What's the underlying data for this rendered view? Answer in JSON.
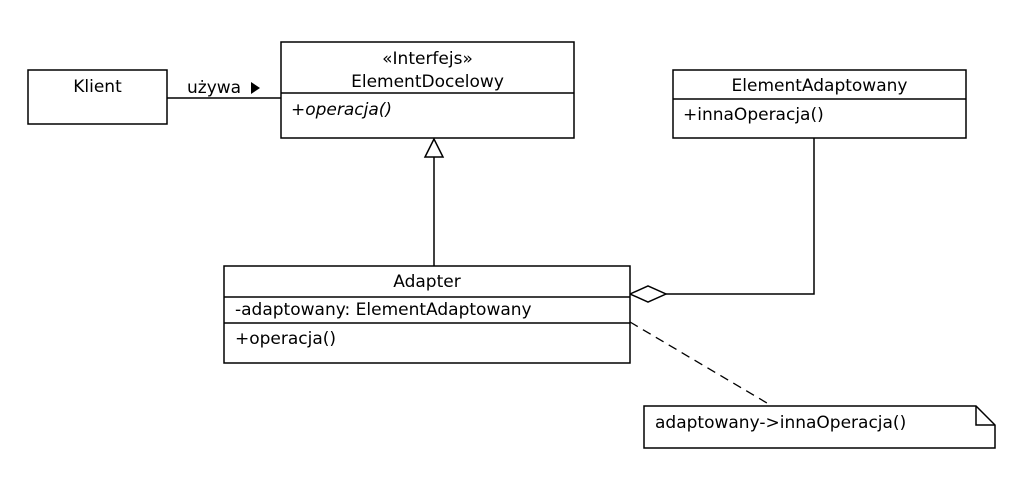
{
  "client": {
    "name": "Klient"
  },
  "association": {
    "label": "używa"
  },
  "target": {
    "stereotype": "«Interfejs»",
    "name": "ElementDocelowy",
    "operations": [
      "+operacja()"
    ]
  },
  "adaptee": {
    "name": "ElementAdaptowany",
    "operations": [
      "+innaOperacja()"
    ]
  },
  "adapter": {
    "name": "Adapter",
    "attributes": [
      "-adaptowany: ElementAdaptowany"
    ],
    "operations": [
      "+operacja()"
    ]
  },
  "note": {
    "text": "adaptowany->innaOperacja()"
  }
}
